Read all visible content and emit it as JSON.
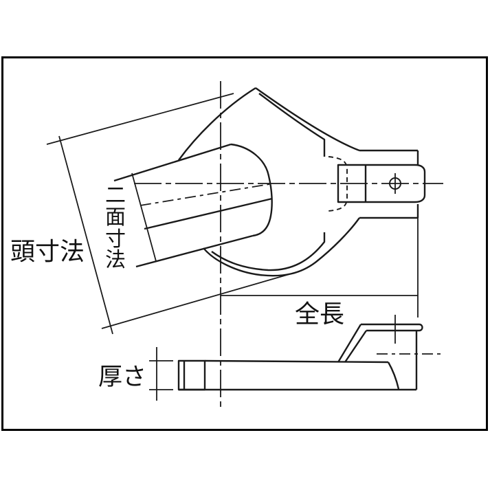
{
  "drawing": {
    "kind": "engineering-drawing",
    "subject": "open-end-wrench-head-two-view",
    "background": "#ffffff",
    "line_color": "#1a1a1a",
    "border_color": "#000000",
    "text_color": "#111111"
  },
  "labels": {
    "head_dimension": "頭寸法",
    "width_across_flats": "二面寸法",
    "width_across_flats_chars": [
      "二",
      "面",
      "寸",
      "法"
    ],
    "overall_length": "全長",
    "thickness": "厚さ"
  }
}
